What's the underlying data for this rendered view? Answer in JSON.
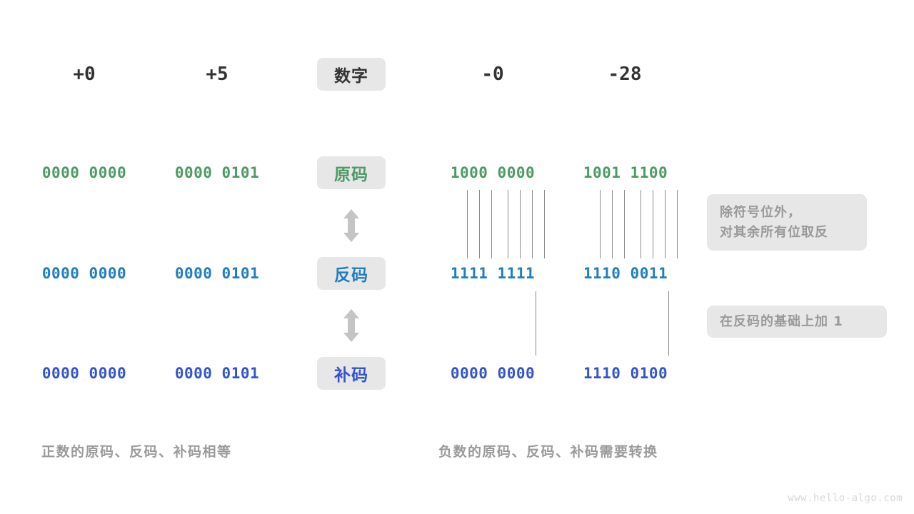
{
  "page": {
    "watermark": "www.hello-algo.com",
    "colors": {
      "green": "#4e9a64",
      "blue": "#1f7ec1",
      "indigo": "#3355cc",
      "gray_text": "#9a9a9a",
      "chip_bg": "#e7e7e7",
      "dark": "#333333",
      "line": "#8a8a8a"
    }
  },
  "header": {
    "chip": "数字",
    "numbers": {
      "plus_zero": "+0",
      "plus_five": "+5",
      "minus_zero": "-0",
      "minus_twentyeight": "-28"
    }
  },
  "rows": {
    "sign_magnitude": {
      "chip": "原码",
      "plus_zero": "0000 0000",
      "plus_five": "0000 0101",
      "minus_zero": "1000 0000",
      "minus_twentyeight": "1001 1100"
    },
    "ones_complement": {
      "chip": "反码",
      "plus_zero": "0000 0000",
      "plus_five": "0000 0101",
      "minus_zero": "1111 1111",
      "minus_twentyeight": "1110 0011"
    },
    "twos_complement": {
      "chip": "补码",
      "plus_zero": "0000 0000",
      "plus_five": "0000 0101",
      "minus_zero": "0000 0000",
      "minus_twentyeight": "1110 0100"
    }
  },
  "notes": {
    "invert": {
      "line1": "除符号位外，",
      "line2": "对其余所有位取反"
    },
    "add_one": {
      "line1": "在反码的基础上加 1"
    }
  },
  "captions": {
    "positive": "正数的原码、反码、补码相等",
    "negative": "负数的原码、反码、补码需要转换"
  },
  "arrows": {
    "top": "double-headed-vertical-arrow",
    "bottom": "double-headed-vertical-arrow"
  }
}
